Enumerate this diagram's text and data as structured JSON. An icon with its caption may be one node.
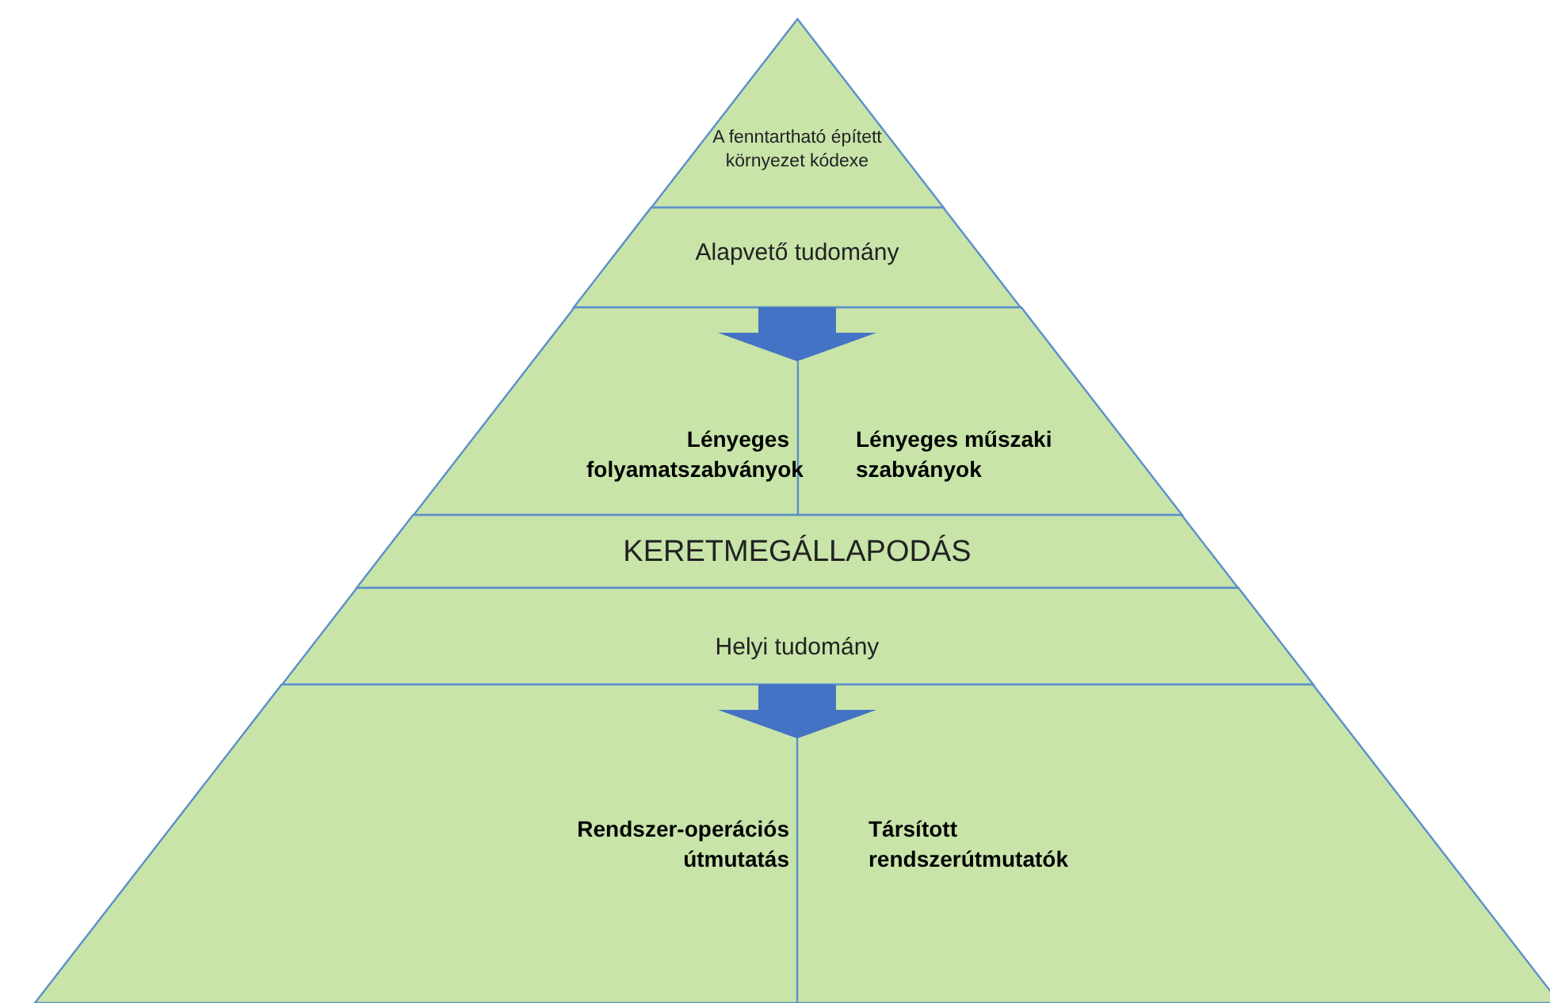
{
  "diagram": {
    "nodes": [
      {
        "text": [
          "A fenntartható épített környezet kódexe"
        ]
      },
      {
        "text": [
          "Alapvető tudomány"
        ]
      },
      {
        "text": [],
        "shape": "band"
      },
      {
        "text": [
          "Lényeges folyamatszabványok"
        ],
        "in": 2
      },
      {
        "text": [
          "Lényeges műszaki szabványok"
        ],
        "in": 2
      },
      {
        "text": [
          "KERETMEGÁLLAPODÁS"
        ]
      },
      {
        "text": [
          "Helyi tudomány"
        ]
      },
      {
        "text": [],
        "shape": "band"
      },
      {
        "text": [
          "Rendszer-operációs útmutatás"
        ],
        "in": 7
      },
      {
        "text": [
          "Társított rendszerútmutatók"
        ],
        "in": 7
      }
    ],
    "edges": [
      {
        "from": 1,
        "to": 2,
        "arrow": "to"
      },
      {
        "from": 6,
        "to": 7,
        "arrow": "to"
      }
    ]
  }
}
